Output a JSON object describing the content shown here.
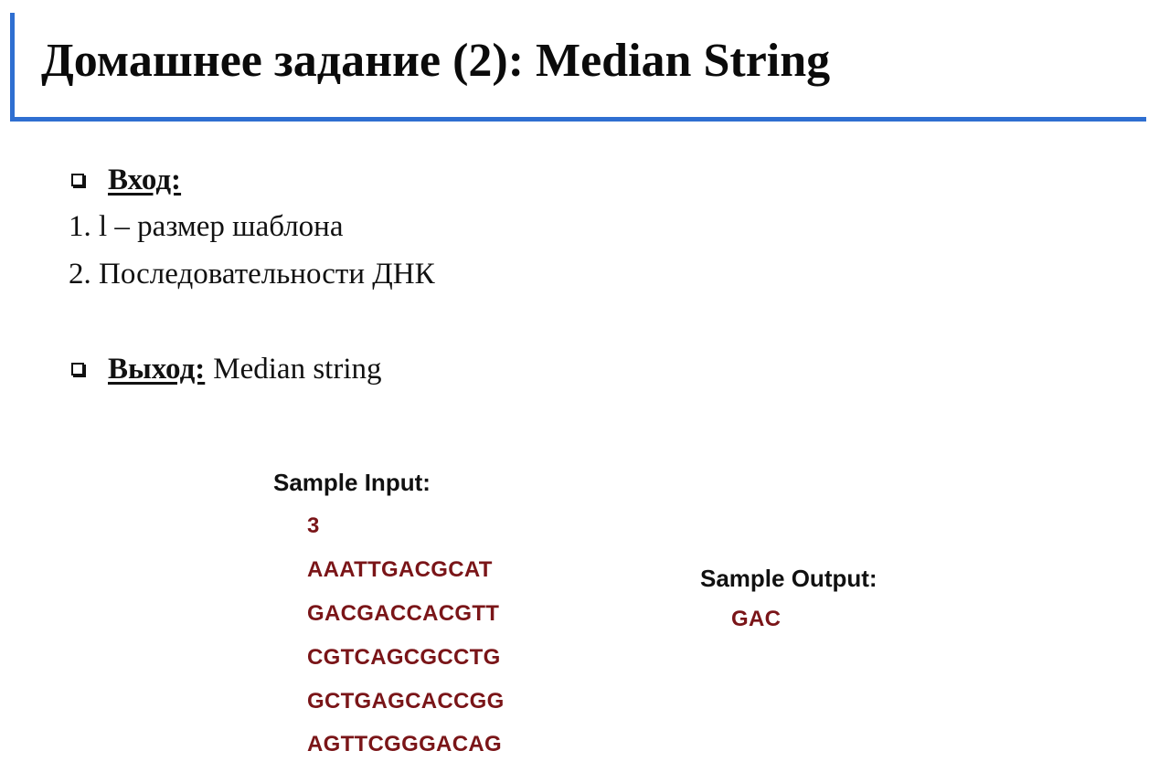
{
  "slide": {
    "title": "Домашнее задание (2): Median String"
  },
  "input_section": {
    "label": "Вход:",
    "items": [
      "1. l – размер шаблона",
      "2. Последовательности ДНК"
    ]
  },
  "output_section": {
    "label": "Выход:",
    "text": "Median string"
  },
  "sample_input": {
    "heading": "Sample Input:",
    "k": "3",
    "sequences": [
      "AAATTGACGCAT",
      "GACGACCACGTT",
      "CGTCAGCGCCTG",
      "GCTGAGCACCGG",
      "AGTTCGGGACAG"
    ]
  },
  "sample_output": {
    "heading": "Sample Output:",
    "value": "GAC"
  },
  "colors": {
    "accent": "#2f6fd1",
    "sequence_text": "#7a1518"
  }
}
